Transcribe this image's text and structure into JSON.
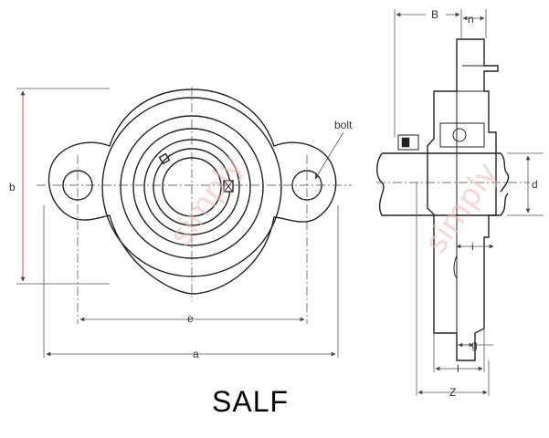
{
  "title": "SALF",
  "watermark": "simply",
  "front_view": {
    "dimension_labels": {
      "a": "a",
      "b": "b",
      "e": "e",
      "bolt": "bolt"
    }
  },
  "side_view": {
    "dimension_labels": {
      "B": "B",
      "n": "n",
      "d": "d",
      "i": "i",
      "g": "g",
      "l": "l",
      "Z": "Z"
    }
  },
  "colors": {
    "line": "#222222",
    "dim_line": "#555555",
    "center_line": "#444444",
    "red_accent": "#cc2222",
    "watermark": "#f4b8b8"
  }
}
